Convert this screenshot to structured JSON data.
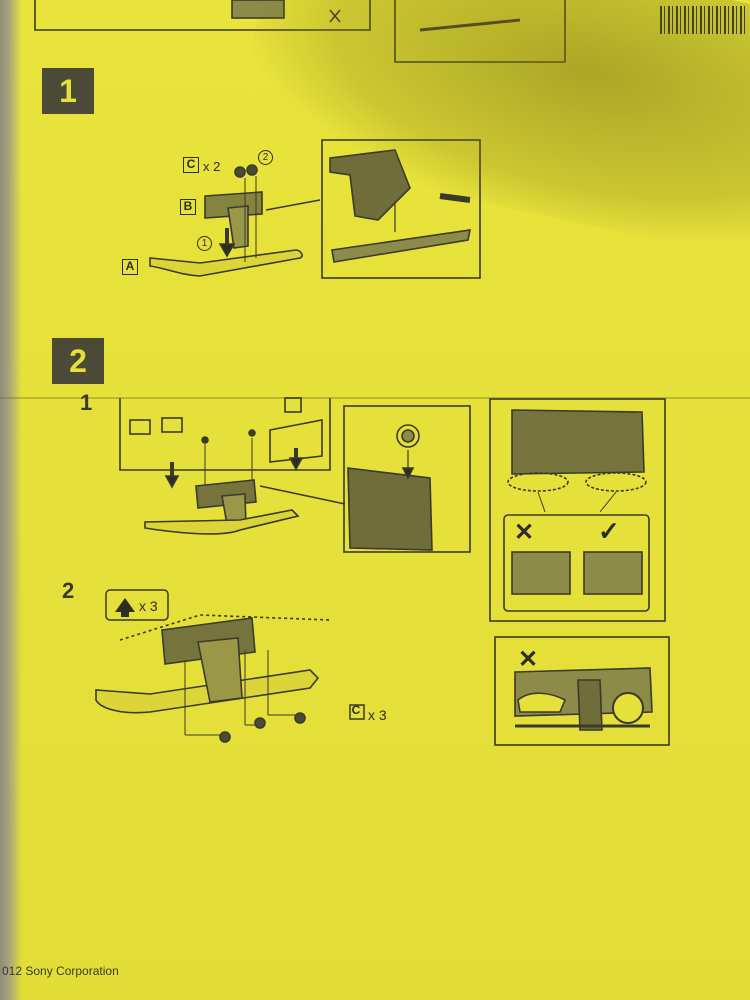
{
  "steps": {
    "one": "1",
    "two": "2"
  },
  "substeps": {
    "one": "1",
    "two": "2"
  },
  "parts": {
    "a": "A",
    "b": "B",
    "c": "C"
  },
  "quantities": {
    "c_x2": "x 2",
    "up_x3": "x 3",
    "c_x3": "x 3"
  },
  "sequence": {
    "first": "1",
    "second": "2"
  },
  "marks": {
    "wrong": "✕",
    "right": "✓"
  },
  "footer": {
    "copyright": "012 Sony Corporation"
  }
}
